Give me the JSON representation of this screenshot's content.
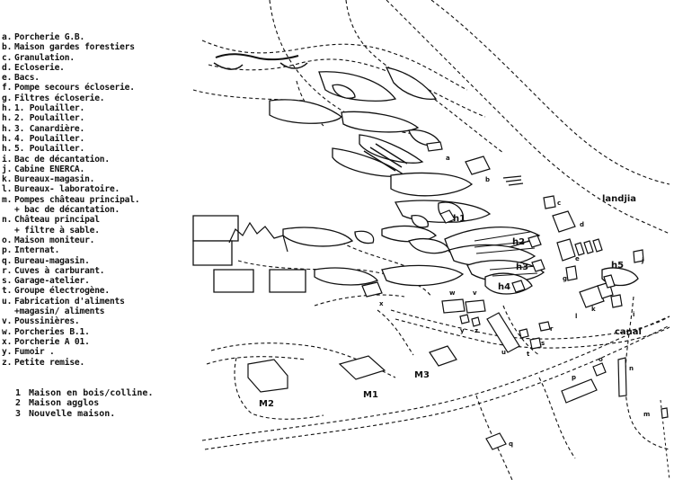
{
  "legend": [
    {
      "key": "a.",
      "text": "Porcherie G.B."
    },
    {
      "key": "b.",
      "text": "Maison gardes forestiers"
    },
    {
      "key": "c.",
      "text": "Granulation."
    },
    {
      "key": "d.",
      "text": "Ecloserie."
    },
    {
      "key": "e.",
      "text": "Bacs."
    },
    {
      "key": "f.",
      "text": "Pompe secours écloserie."
    },
    {
      "key": "g.",
      "text": "Filtres écloserie."
    },
    {
      "key": "h.",
      "text": "1. Poulailler."
    },
    {
      "key": "h.",
      "text": "2. Poulailler."
    },
    {
      "key": "h.",
      "text": "3. Canardière."
    },
    {
      "key": "h.",
      "text": "4. Poulailler."
    },
    {
      "key": "h.",
      "text": "5. Poulailler."
    },
    {
      "key": "i.",
      "text": "Bac de décantation."
    },
    {
      "key": "j.",
      "text": "Cabine ENERCA."
    },
    {
      "key": "k.",
      "text": "Bureaux-magasin."
    },
    {
      "key": "l.",
      "text": "Bureaux- laboratoire."
    },
    {
      "key": "m.",
      "text": "Pompes château principal."
    },
    {
      "key": "",
      "text": "+ bac de décantation."
    },
    {
      "key": "n.",
      "text": "Château principal"
    },
    {
      "key": "",
      "text": "+ filtre à sable."
    },
    {
      "key": "o.",
      "text": "Maison moniteur."
    },
    {
      "key": "p.",
      "text": "Internat."
    },
    {
      "key": "q.",
      "text": "Bureau-magasin."
    },
    {
      "key": "r.",
      "text": "Cuves à carburant."
    },
    {
      "key": "s.",
      "text": "Garage-atelier."
    },
    {
      "key": "t.",
      "text": "Groupe électrogène."
    },
    {
      "key": "u.",
      "text": "Fabrication d'aliments"
    },
    {
      "key": "",
      "text": "+magasin/ aliments"
    },
    {
      "key": "v.",
      "text": "Poussinières."
    },
    {
      "key": "w.",
      "text": "Porcheries B.1."
    },
    {
      "key": "x.",
      "text": "Porcherie A 01."
    },
    {
      "key": "y.",
      "text": "Fumoir ."
    },
    {
      "key": "z.",
      "text": "Petite remise."
    }
  ],
  "houses": [
    {
      "num": "1",
      "text": "Maison en bois/colline."
    },
    {
      "num": "2",
      "text": "Maison agglos"
    },
    {
      "num": "3",
      "text": "Nouvelle maison."
    }
  ],
  "map_labels": {
    "landjia": "landjia",
    "canal": "canal",
    "m1": "M1",
    "m2": "M2",
    "m3": "M3",
    "h1": "h1",
    "h2": "h2",
    "h3": "h3",
    "h4": "h4",
    "h5": "h5",
    "a": "a",
    "b": "b",
    "c": "c",
    "d": "d",
    "e": "e",
    "g": "g",
    "i": "i",
    "j": "j",
    "k": "k",
    "l": "l",
    "m": "m",
    "n": "n",
    "o": "o",
    "p": "p",
    "q": "q",
    "r": "r",
    "s": "s",
    "t": "t",
    "u": "u",
    "v": "v",
    "w": "w",
    "x": "x",
    "y": "y",
    "z": "z"
  }
}
